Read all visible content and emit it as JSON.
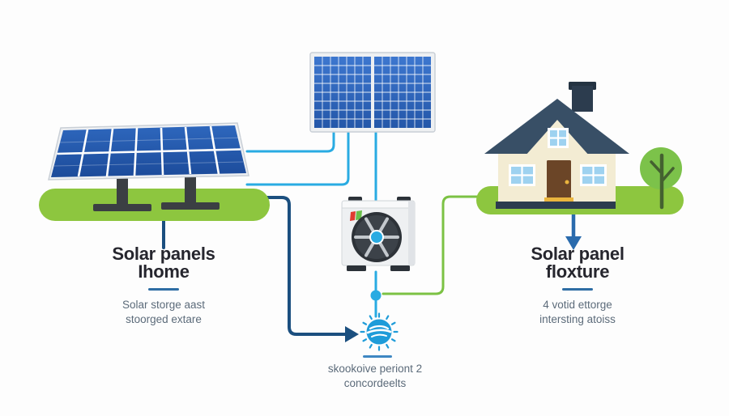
{
  "diagram": {
    "type": "solar-energy-flow-infographic",
    "labels": {
      "left": {
        "title_line1": "Solar panels",
        "title_line2": "Ihome",
        "sub_line1": "Solar storge aast",
        "sub_line2": "stoorged extare"
      },
      "right": {
        "title_line1": "Solar panel",
        "title_line2": "floxture",
        "sub_line1": "4 votid ettorge",
        "sub_line2": "intersting atoiss"
      },
      "energy_node": {
        "line1": "skookoive periont 2",
        "line2": "concordeelts"
      }
    },
    "icons": {
      "ground_array": "solar-panel-array-icon",
      "rooftop_panel": "solar-panel-icon",
      "heat_pump": "heat-pump-unit-icon",
      "house": "house-icon",
      "tree": "tree-icon",
      "energy": "sun-energy-icon",
      "junction": "junction-dot"
    },
    "colors": {
      "background": "#fdfdfd",
      "line_light_blue": "#29abe2",
      "line_dark_navy": "#1b4f7f",
      "arrow_blue": "#2a6bad",
      "line_green": "#7cc244",
      "mound_green": "#8dc63f",
      "panel_blue": "#2759ab",
      "roof_slate": "#384f66",
      "wall_cream": "#f3ecd3",
      "door_brown": "#6b4527",
      "divider_blue": "#2e6da4",
      "fan_dark": "#3c4249",
      "hub_blue": "#29abe2"
    }
  }
}
